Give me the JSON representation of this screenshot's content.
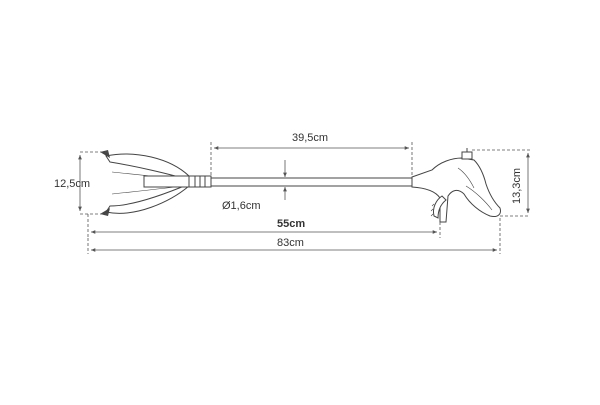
{
  "diagram": {
    "dimensions": {
      "jaw_height": "12,5cm",
      "shaft_length": "39,5cm",
      "tube_diameter": "Ø1,6cm",
      "reach_length": "55cm",
      "total_length": "83cm",
      "handle_height": "13,3cm"
    },
    "colors": {
      "line": "#444444",
      "dimension_line": "#555555",
      "text": "#333333"
    }
  }
}
